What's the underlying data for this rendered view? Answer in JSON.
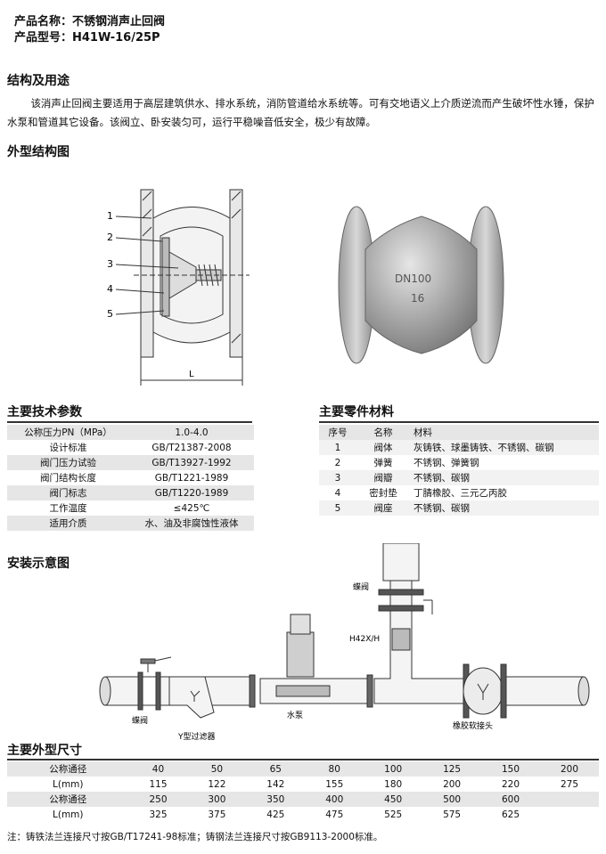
{
  "header": {
    "product_name": "产品名称：不锈钢消声止回阀",
    "product_model": "产品型号：H41W-16/25P"
  },
  "intro": {
    "title": "结构及用途",
    "text": "该消声止回阀主要适用于高层建筑供水、排水系统，消防管道给水系统等。可有交地语义上介质逆流而产生破坏性水锤，保护水泵和管道其它设备。该阀立、卧安装匀可，运行平稳噪音低安全，极少有故障。"
  },
  "structure": {
    "title": "外型结构图",
    "callouts": [
      "1",
      "2",
      "3",
      "4",
      "5"
    ],
    "dim_label": "L",
    "valve_marks": [
      "DN100",
      "16"
    ]
  },
  "tech": {
    "title": "主要技术参数",
    "rows": [
      [
        "公称压力PN（MPa）",
        "1.0-4.0"
      ],
      [
        "设计标准",
        "GB/T21387-2008"
      ],
      [
        "阀门压力试验",
        "GB/T13927-1992"
      ],
      [
        "阀门结构长度",
        "GB/T1221-1989"
      ],
      [
        "阀门标志",
        "GB/T1220-1989"
      ],
      [
        "工作温度",
        "≤425℃"
      ],
      [
        "适用介质",
        "水、油及非腐蚀性液体"
      ]
    ]
  },
  "parts": {
    "title": "主要零件材料",
    "headers": [
      "序号",
      "名称",
      "材料"
    ],
    "rows": [
      [
        "1",
        "阀体",
        "灰铸铁、球墨铸铁、不锈钢、碳钢"
      ],
      [
        "2",
        "弹簧",
        "不锈钢、弹簧钢"
      ],
      [
        "3",
        "阀瓣",
        "不锈钢、碳钢"
      ],
      [
        "4",
        "密封垫",
        "丁腈橡胶、三元乙丙胶"
      ],
      [
        "5",
        "阀座",
        "不锈钢、碳钢"
      ]
    ]
  },
  "install": {
    "title": "安装示意图",
    "labels": {
      "butterfly_top": "蝶阀",
      "h42": "H42X/H",
      "butterfly_left": "蝶阀",
      "filter": "Y型过滤器",
      "pump": "水泵",
      "rubber_joint": "橡胶软接头"
    }
  },
  "dims": {
    "title": "主要外型尺寸",
    "rows": [
      [
        "公称通径",
        "40",
        "50",
        "65",
        "80",
        "100",
        "125",
        "150",
        "200"
      ],
      [
        "L(mm)",
        "115",
        "122",
        "142",
        "155",
        "180",
        "200",
        "220",
        "275"
      ],
      [
        "公称通径",
        "250",
        "300",
        "350",
        "400",
        "450",
        "500",
        "600",
        ""
      ],
      [
        "L(mm)",
        "325",
        "375",
        "425",
        "475",
        "525",
        "575",
        "625",
        ""
      ]
    ]
  },
  "note": "注：铸铁法兰连接尺寸按GB/T17241-98标准；铸钢法兰连接尺寸按GB9113-2000标准。"
}
